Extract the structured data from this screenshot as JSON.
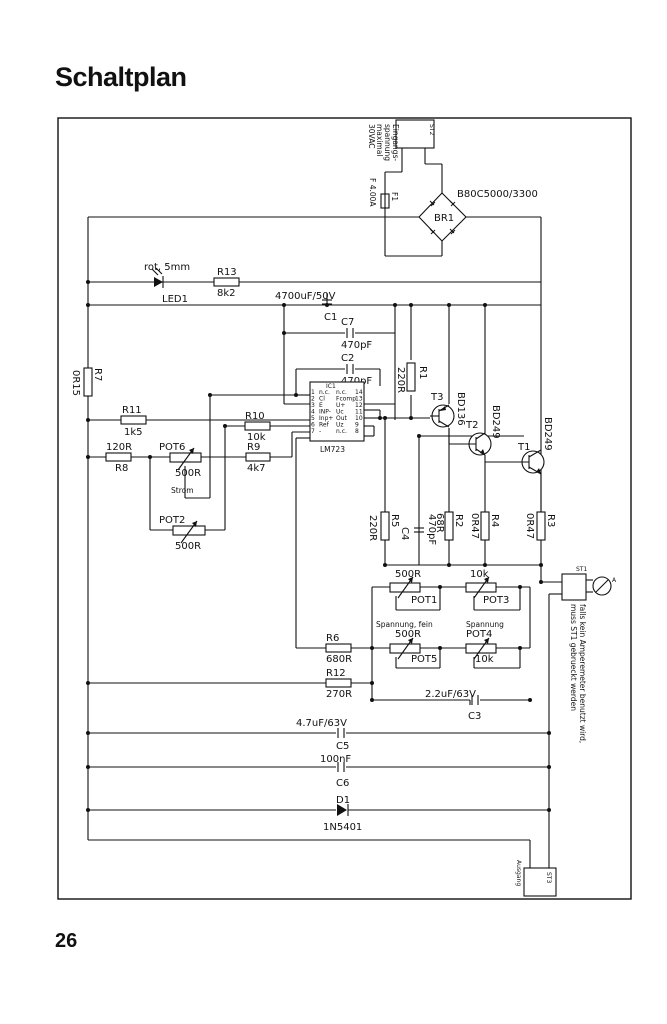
{
  "page": {
    "title": "Schaltplan",
    "number": "26"
  },
  "input": {
    "connector": "ST2",
    "label_lines": [
      "Eingangs-",
      "spannung",
      "maximal",
      "30VAC"
    ]
  },
  "fuse": {
    "ref": "F1",
    "value": "F 4.00A"
  },
  "bridge": {
    "ref": "BR1",
    "value": "B80C5000/3300"
  },
  "led": {
    "ref": "LED1",
    "value": "rot, 5mm"
  },
  "resistors": {
    "R13": {
      "ref": "R13",
      "value": "8k2"
    },
    "R7": {
      "ref": "R7",
      "value": "0R15"
    },
    "R11": {
      "ref": "R11",
      "value": "1k5"
    },
    "R10": {
      "ref": "R10",
      "value": "10k"
    },
    "R8": {
      "ref": "R8",
      "value": "120R"
    },
    "R9": {
      "ref": "R9",
      "value": "4k7"
    },
    "R1": {
      "ref": "R1",
      "value": "220R"
    },
    "R5": {
      "ref": "R5",
      "value": "220R"
    },
    "R2": {
      "ref": "R2",
      "value": "68R"
    },
    "R4": {
      "ref": "R4",
      "value": "0R47"
    },
    "R3": {
      "ref": "R3",
      "value": "0R47"
    },
    "R6": {
      "ref": "R6",
      "value": "680R"
    },
    "R12": {
      "ref": "R12",
      "value": "270R"
    }
  },
  "capacitors": {
    "C1": {
      "ref": "C1",
      "value": "4700uF/50V"
    },
    "C7": {
      "ref": "C7",
      "value": "470pF"
    },
    "C2": {
      "ref": "C2",
      "value": "470pF"
    },
    "C4": {
      "ref": "C4",
      "value": "470pF"
    },
    "C3": {
      "ref": "C3",
      "value": "2.2uF/63V"
    },
    "C5": {
      "ref": "C5",
      "value": "4.7uF/63V"
    },
    "C6": {
      "ref": "C6",
      "value": "100nF"
    }
  },
  "pots": {
    "POT6": {
      "ref": "POT6",
      "value": "500R"
    },
    "POT2": {
      "ref": "POT2",
      "value": "500R"
    },
    "POT1": {
      "ref": "POT1",
      "value": "500R"
    },
    "POT3": {
      "ref": "POT3",
      "value": "10k"
    },
    "POT5": {
      "ref": "POT5",
      "value": "500R"
    },
    "POT4": {
      "ref": "POT4",
      "value": "10k"
    },
    "strom_label": "Strom",
    "fine_label": "Spannung, fein",
    "volt_label": "Spannung"
  },
  "ic": {
    "ref": "IC1",
    "part": "LM723",
    "left_pins": [
      {
        "num": "1",
        "name": "n.c."
      },
      {
        "num": "2",
        "name": "Cl"
      },
      {
        "num": "3",
        "name": "E"
      },
      {
        "num": "4",
        "name": "INP-"
      },
      {
        "num": "5",
        "name": "Inp+"
      },
      {
        "num": "6",
        "name": "Ref"
      },
      {
        "num": "7",
        "name": "-"
      }
    ],
    "right_pins": [
      {
        "num": "14",
        "name": "n.c."
      },
      {
        "num": "13",
        "name": "Fcomp"
      },
      {
        "num": "12",
        "name": "U+"
      },
      {
        "num": "11",
        "name": "Uc"
      },
      {
        "num": "10",
        "name": "Out"
      },
      {
        "num": "9",
        "name": "Uz"
      },
      {
        "num": "8",
        "name": "n.c."
      }
    ]
  },
  "transistors": {
    "T3": {
      "ref": "T3",
      "value": "BD136"
    },
    "T2": {
      "ref": "T2",
      "value": "BD249"
    },
    "T1": {
      "ref": "T1",
      "value": "BD249"
    }
  },
  "ammeter": {
    "connector": "ST1",
    "note_lines": [
      "falls kein Amperemeter benutzt wird,",
      "muss ST1 gebrueckt werden"
    ],
    "symbol": "A"
  },
  "diode": {
    "ref": "D1",
    "value": "1N5401"
  },
  "output": {
    "connector": "ST3",
    "label": "Ausgang"
  }
}
